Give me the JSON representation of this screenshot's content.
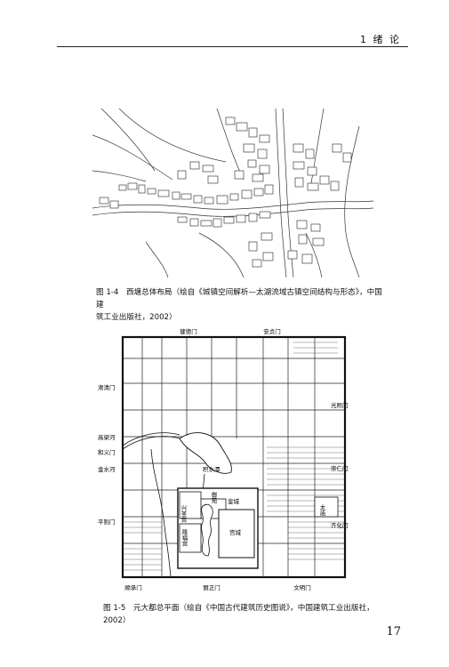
{
  "header": {
    "running_head": "1 绪 论"
  },
  "figure1": {
    "caption_line1": "图 1-4　西塘总体布局（绘自《城镇空间解析—太湖流域古镇空间结构与形态》，中国建",
    "caption_line2": "筑工业出版社，2002）"
  },
  "figure2": {
    "gates": {
      "jiande": "健德门",
      "anzhen": "安贞门",
      "suqing": "肃清门",
      "guangxi": "光熙门",
      "heyi": "和义门",
      "chongren": "崇仁门",
      "pingze": "平则门",
      "qihua": "齐化门",
      "shunchengmen": "顺承门",
      "lizheng": "丽正门",
      "wenming": "文明门"
    },
    "labels": {
      "gaoliang": "高梁河",
      "jinshui": "金水河",
      "jishuitan": "积水潭",
      "xingsheng": "兴圣宫",
      "longfu": "隆福宫",
      "yiyuan": "御苑",
      "huangcheng": "皇城",
      "gongcheng": "宫城",
      "taimiao": "太庙"
    },
    "caption": "图 1-5　元大都总平面（绘自《中国古代建筑历史图说》，中国建筑工业出版社，2002）"
  },
  "page_number": "17"
}
